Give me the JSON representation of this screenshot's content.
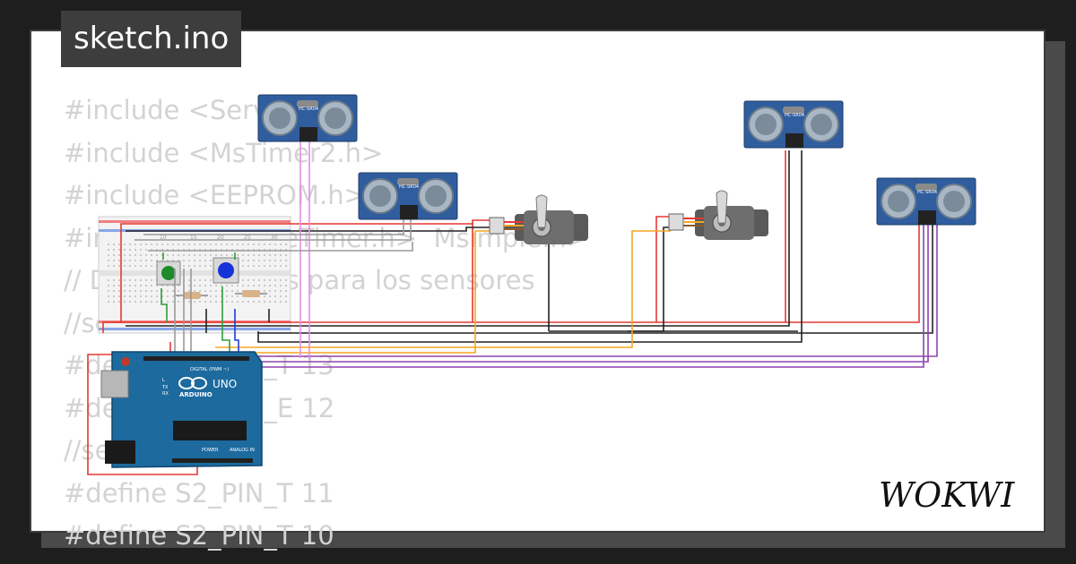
{
  "title": "sketch.ino",
  "brand": "WOKWI",
  "code_lines": [
    "#include <Servo.h>",
    "#include <MsTimer2.h>",
    "#include <EEPROM.h>",
    "#include <SimpleTimer.h>  Msimple.h>",
    "// Definir los pines para los sensores",
    "//sensor",
    "#define S1_PIN_T 13",
    "#define S1_PIN_E 12",
    "//sensor",
    "#define S2_PIN_T 11",
    "#define S2_PIN_T 10"
  ],
  "components": {
    "ultrasonic_label": "HC-SR04",
    "arduino_brand": "ARDUINO",
    "arduino_model": "UNO",
    "arduino_digital_label": "DIGITAL (PWM ~)",
    "arduino_power_label": "POWER",
    "arduino_analog_label": "ANALOG IN",
    "arduino_tx": "TX",
    "arduino_rx": "RX",
    "arduino_l": "L",
    "bb_numbers": [
      "10",
      "15",
      "20",
      "25",
      "30"
    ]
  },
  "colors": {
    "red_wire": "#e53935",
    "black_wire": "#222222",
    "orange_wire": "#f5a623",
    "purple_wire": "#8e44ad",
    "pink_wire": "#e58ee5",
    "green_wire": "#2e9e3a",
    "blue_wire": "#1e3adf",
    "sensor_blue": "#2f5d9e",
    "arduino_blue": "#1c6a9e"
  }
}
